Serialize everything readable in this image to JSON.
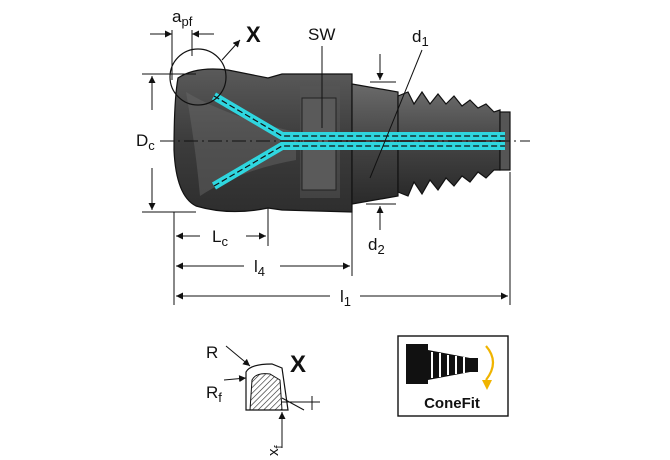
{
  "labels": {
    "apf_main": "a",
    "apf_sub": "pf",
    "detail_marker": "X",
    "sw": "SW",
    "d1_main": "d",
    "d1_sub": "1",
    "dc_main": "D",
    "dc_sub": "c",
    "d2_main": "d",
    "d2_sub": "2",
    "lc_main": "L",
    "lc_sub": "c",
    "l4_main": "l",
    "l4_sub": "4",
    "l1_main": "l",
    "l1_sub": "1",
    "r": "R",
    "rf_main": "R",
    "rf_sub": "f",
    "xf_main": "x",
    "xf_sub": "f",
    "detail_title": "X"
  },
  "badge": {
    "text": "ConeFit"
  },
  "colors": {
    "body": "#4a4a4a",
    "coolant": "#2fd6df",
    "arrow": "#f0b400",
    "line": "#111111"
  }
}
